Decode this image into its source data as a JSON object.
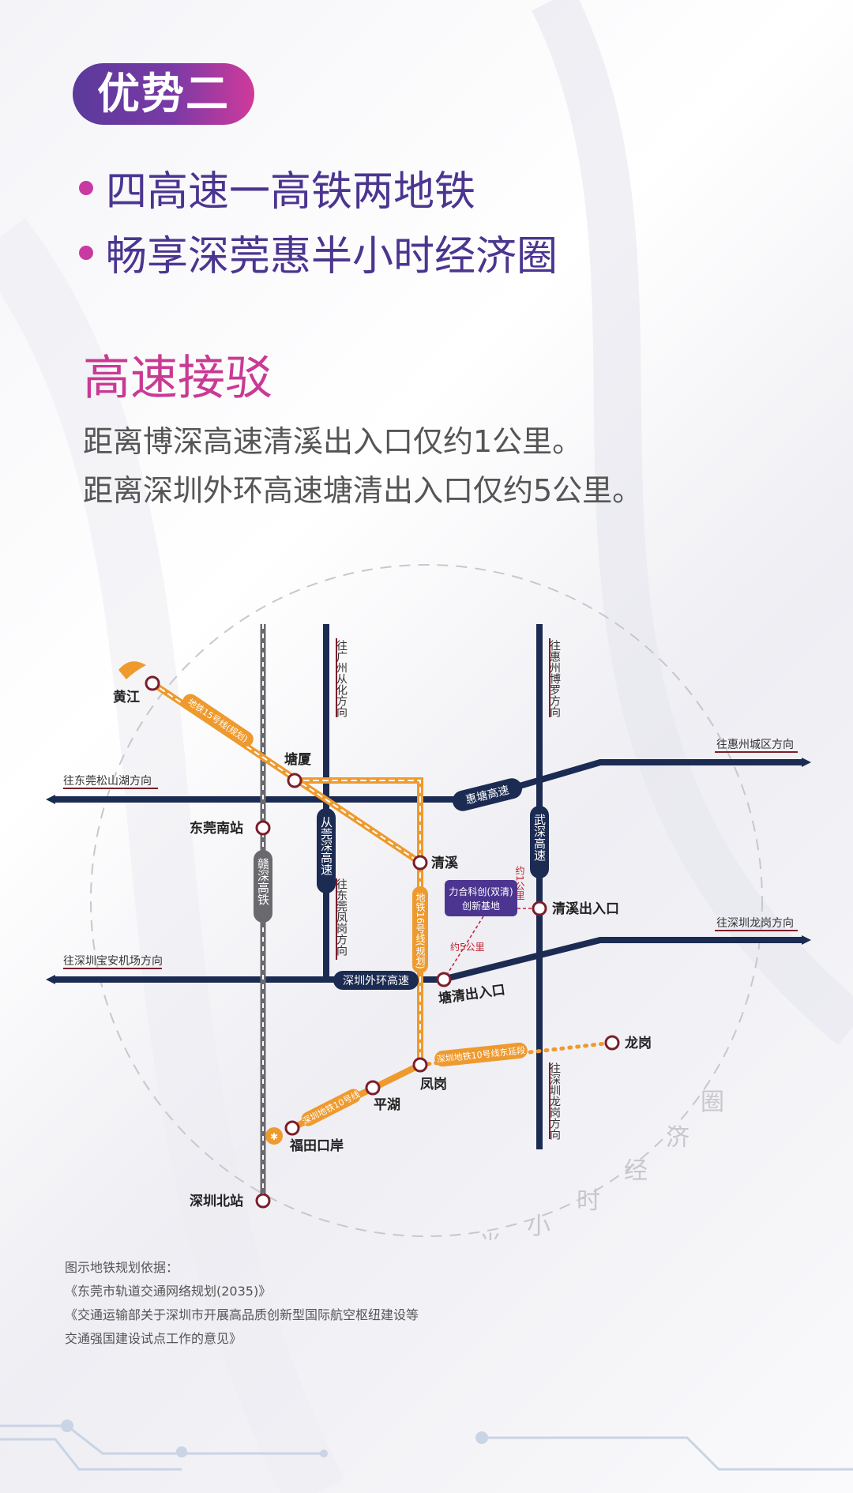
{
  "header": {
    "badge": "优势二",
    "bullets": [
      "四高速一高铁两地铁",
      "畅享深莞惠半小时经济圈"
    ]
  },
  "section": {
    "title": "高速接驳",
    "lines": [
      "距离博深高速清溪出入口仅约1公里。",
      "距离深圳外环高速塘清出入口仅约5公里。"
    ]
  },
  "map": {
    "directions": {
      "guangzhou": "往广州从化方向",
      "huizhou_boluo": "往惠州博罗方向",
      "huizhou_city": "往惠州城区方向",
      "songshanhu": "往东莞松山湖方向",
      "fenggang": "往东莞凤岗方向",
      "longgang_east": "往深圳龙岗方向",
      "baoan": "往深圳宝安机场方向",
      "longgang_south": "往深圳龙岗方向"
    },
    "roads": {
      "huitang": "惠塘高速",
      "wushen": "武深高速",
      "guanshen": "从莞深高速",
      "ganshen": "赣深高铁",
      "waihuan": "深圳外环高速",
      "metro15": "地铁15号线(规划)",
      "metro16": "地铁16号线(规划)",
      "metro10": "深圳地铁10号线",
      "metro10ext": "深圳地铁10号线东延段"
    },
    "stations": {
      "huangjiang": "黄江",
      "tangxia": "塘厦",
      "dongguan_south": "东莞南站",
      "qingxi": "清溪",
      "qingxi_exit": "清溪出入口",
      "tangqing_exit": "塘清出入口",
      "fenggang": "凤岗",
      "pinghu": "平湖",
      "longgang": "龙岗",
      "futian_port": "福田口岸",
      "shenzhen_north": "深圳北站"
    },
    "base": {
      "line1": "力合科创(双清)",
      "line2": "创新基地"
    },
    "distances": {
      "one_km": "约1公里",
      "five_km": "约5公里"
    },
    "circle_text": [
      "半",
      "小",
      "时",
      "经",
      "济",
      "圈"
    ],
    "colors": {
      "navy": "#1c2b52",
      "orange": "#ee9a2e",
      "purple": "#4b3590",
      "marker": "#7a1f2a",
      "red": "#c0202f"
    }
  },
  "notes": [
    "图示地铁规划依据：",
    "《东莞市轨道交通网络规划(2035)》",
    "《交通运输部关于深圳市开展高品质创新型国际航空枢纽建设等",
    "交通强国建设试点工作的意见》"
  ]
}
